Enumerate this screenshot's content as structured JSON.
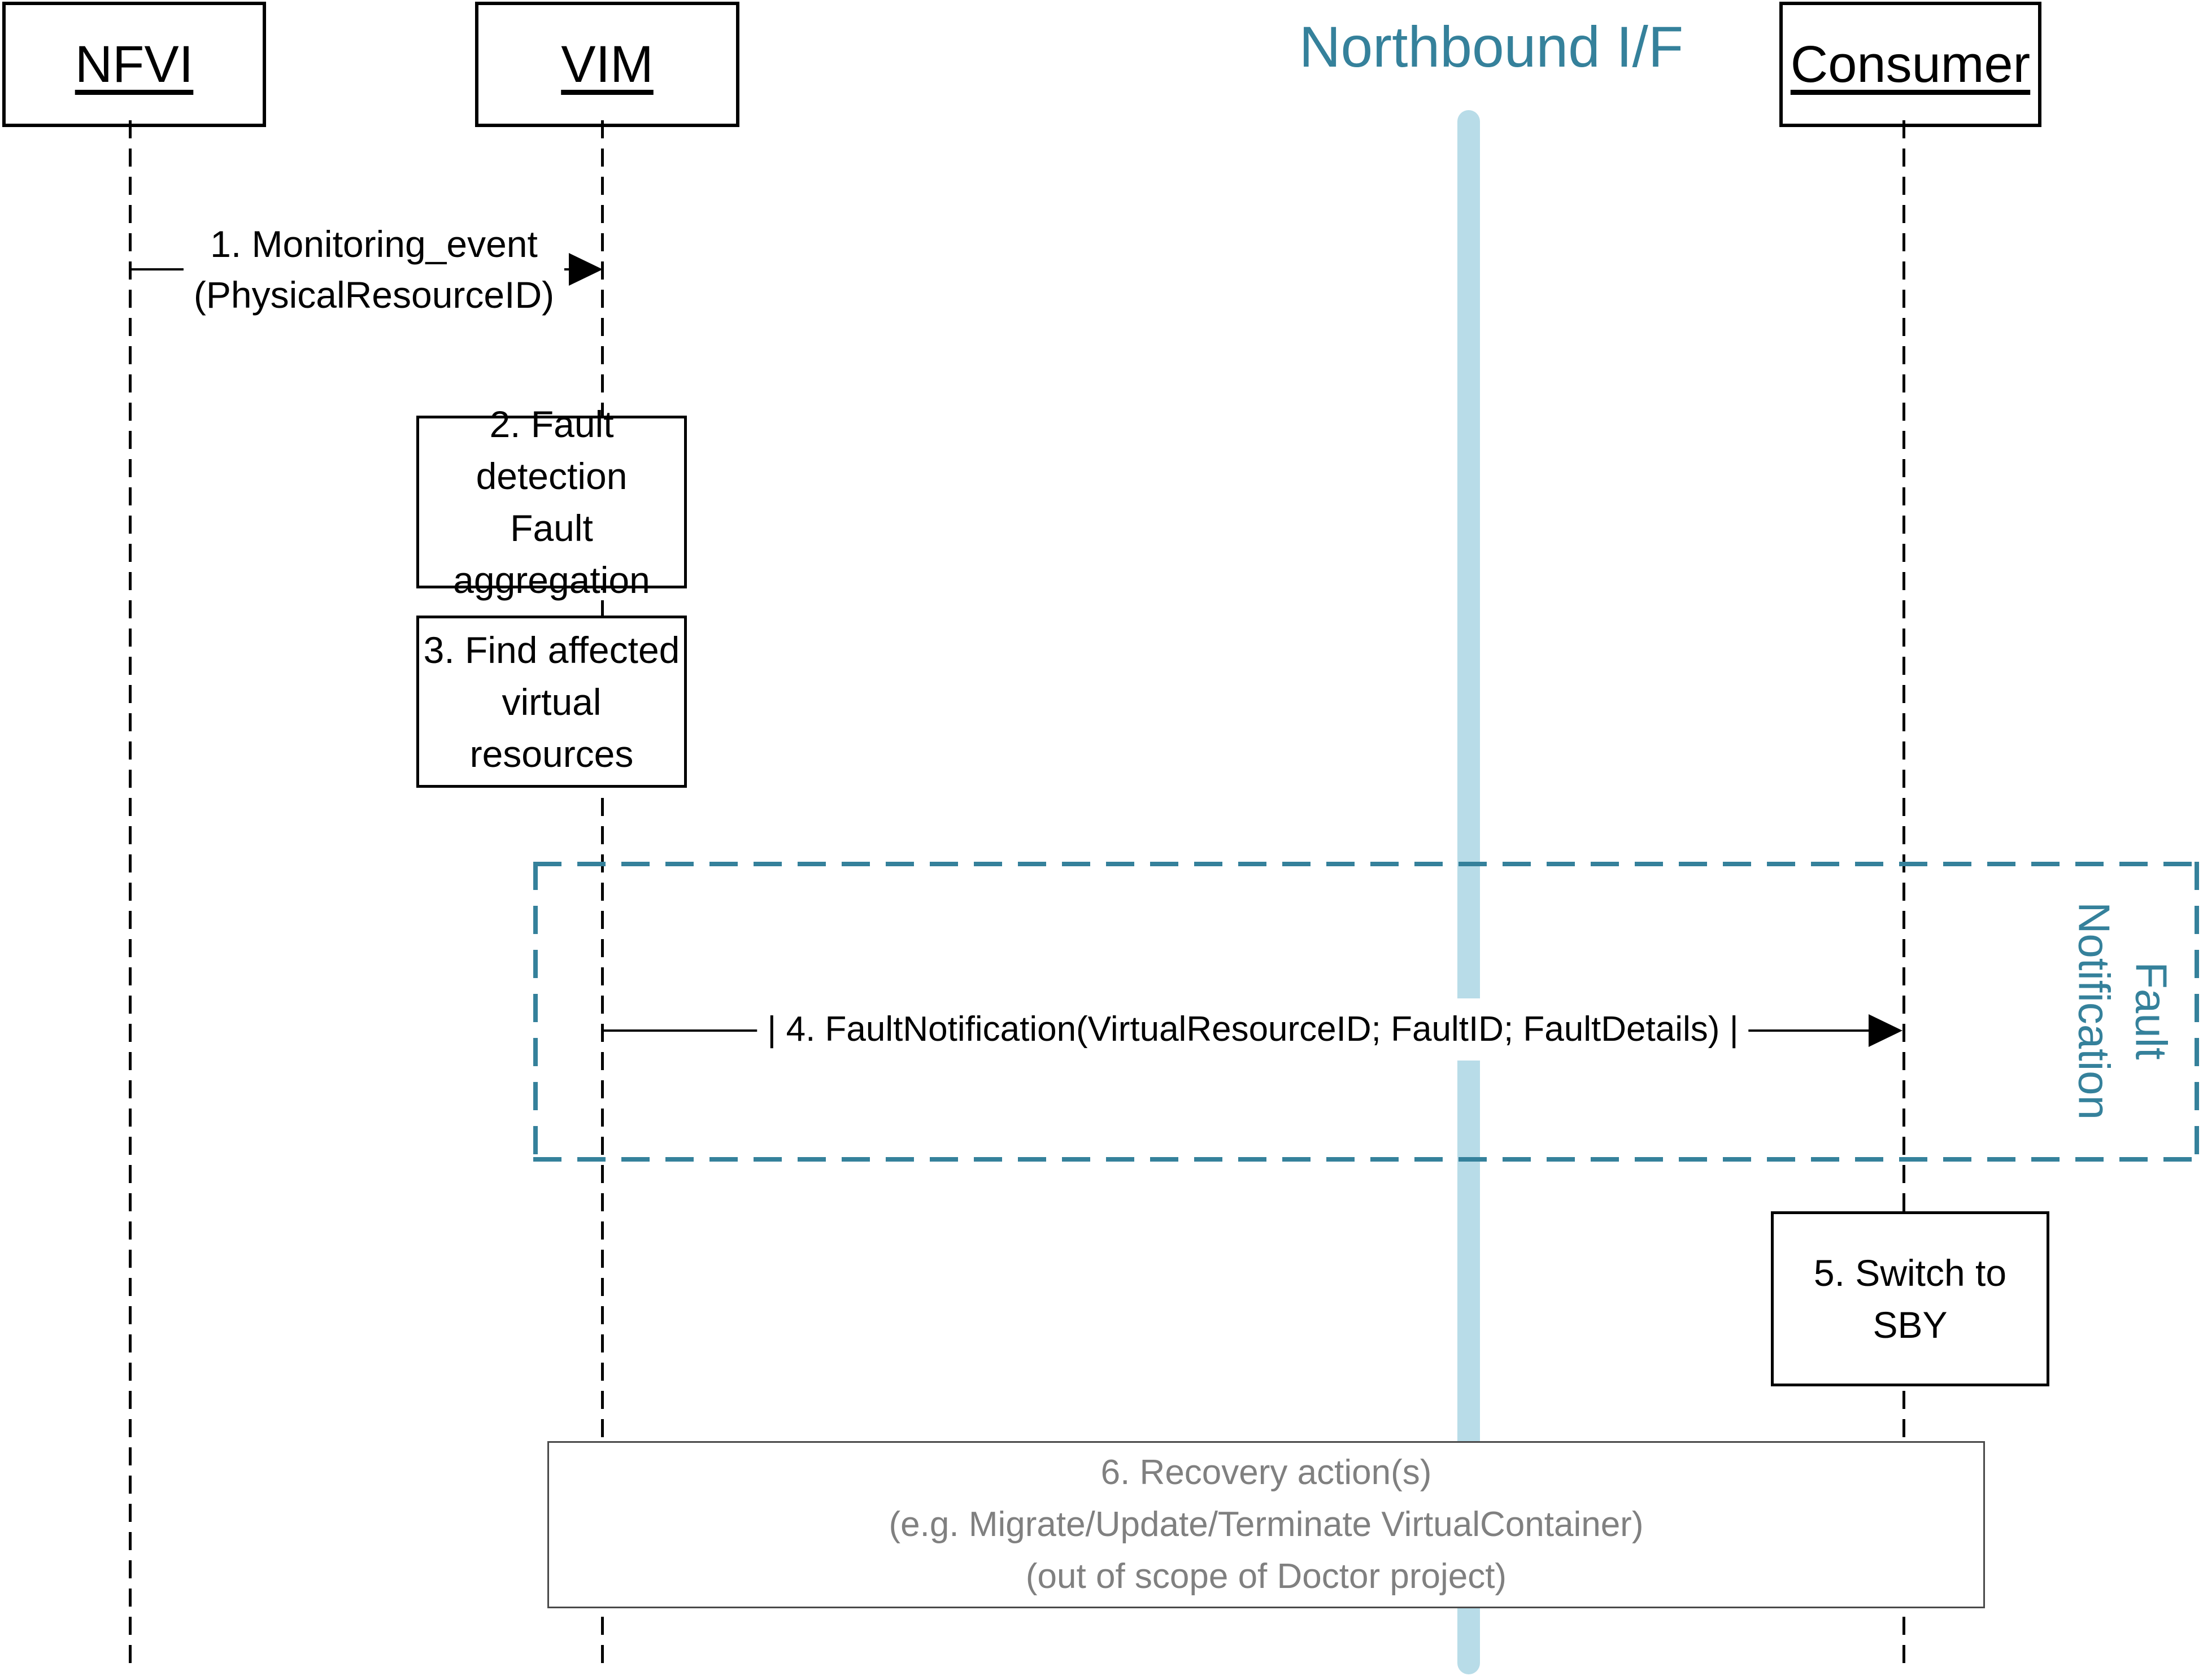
{
  "diagram_title": "Northbound I/F",
  "actors": {
    "nfvi": {
      "label": "NFVI"
    },
    "vim": {
      "label": "VIM"
    },
    "consumer": {
      "label": "Consumer"
    }
  },
  "messages": {
    "m1": {
      "line1": "1. Monitoring_event",
      "line2": "(PhysicalResourceID)"
    },
    "m4": {
      "label": "| 4. FaultNotification(VirtualResourceID; FaultID; FaultDetails) |"
    }
  },
  "activities": {
    "a2": {
      "line1": "2. Fault detection",
      "line2": "Fault aggregation"
    },
    "a3": {
      "line1": "3. Find affected",
      "line2": "virtual resources"
    },
    "a5": {
      "line1": "5. Switch to",
      "line2": "SBY"
    },
    "a6": {
      "line1": "6. Recovery action(s)",
      "line2": "(e.g. Migrate/Update/Terminate VirtualContainer)",
      "line3": "(out of scope of Doctor project)"
    }
  },
  "frame_label": {
    "line1": "Fault",
    "line2": "Notification"
  },
  "colors": {
    "teal": "#35819B",
    "light_blue": "#B8DCE8",
    "gray_text": "#808080"
  }
}
